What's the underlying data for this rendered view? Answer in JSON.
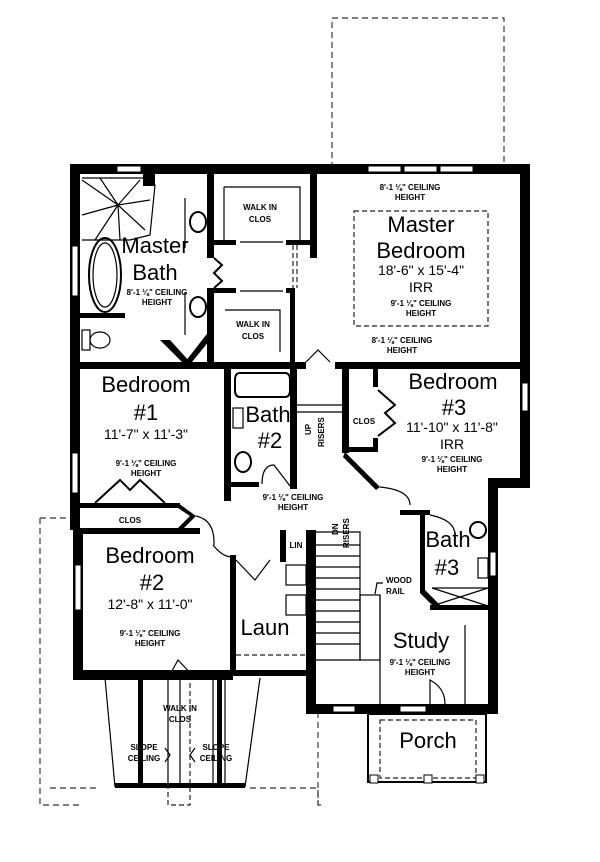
{
  "plan": {
    "rooms": {
      "master_bath": {
        "name_line1": "Master",
        "name_line2": "Bath",
        "ceiling_line1": "8'-1 ⅛\" CEILING",
        "ceiling_line2": "HEIGHT"
      },
      "walk_in_closet_top": {
        "line1": "WALK IN",
        "line2": "CLOS"
      },
      "walk_in_closet_mid": {
        "line1": "WALK IN",
        "line2": "CLOS"
      },
      "master_bedroom": {
        "name_line1": "Master",
        "name_line2": "Bedroom",
        "size": "18'-6\" x 15'-4\"",
        "note": "IRR",
        "ceiling_line1": "9'-1 ⅛\" CEILING",
        "ceiling_line2": "HEIGHT",
        "top_ceiling_line1": "8'-1 ⅛\" CEILING",
        "top_ceiling_line2": "HEIGHT",
        "bottom_ceiling_line1": "8'-1 ⅛\" CEILING",
        "bottom_ceiling_line2": "HEIGHT"
      },
      "bedroom1": {
        "name_line1": "Bedroom",
        "name_line2": "#1",
        "size": "11'-7\" x 11'-3\"",
        "ceiling_line1": "9'-1 ⅛\" CEILING",
        "ceiling_line2": "HEIGHT",
        "closet": "CLOS"
      },
      "bath2": {
        "name_line1": "Bath",
        "name_line2": "#2"
      },
      "hall": {
        "ceiling_line1": "9'-1 ⅛\" CEILING",
        "ceiling_line2": "HEIGHT"
      },
      "stairs_up": {
        "line1": "UP",
        "line2": "RISERS"
      },
      "stairs_down": {
        "line1": "DN",
        "line2": "RISERS"
      },
      "bedroom3": {
        "name_line1": "Bedroom",
        "name_line2": "#3",
        "size": "11'-10\" x 11'-8\"",
        "note": "IRR",
        "ceiling_line1": "9'-1 ⅛\" CEILING",
        "ceiling_line2": "HEIGHT",
        "closet": "CLOS"
      },
      "bedroom2": {
        "name_line1": "Bedroom",
        "name_line2": "#2",
        "size": "12'-8\" x 11'-0\"",
        "ceiling_line1": "9'-1 ⅛\" CEILING",
        "ceiling_line2": "HEIGHT"
      },
      "linen": {
        "label": "LIN"
      },
      "laundry": {
        "label": "Laun"
      },
      "bath3": {
        "name_line1": "Bath",
        "name_line2": "#3"
      },
      "wood_rail": {
        "line1": "WOOD",
        "line2": "RAIL"
      },
      "study": {
        "name": "Study",
        "ceiling_line1": "9'-1 ⅛\" CEILING",
        "ceiling_line2": "HEIGHT"
      },
      "porch": {
        "name": "Porch"
      },
      "walk_in_closet_bottom": {
        "line1": "WALK IN",
        "line2": "CLOS"
      },
      "slope_left": {
        "line1": "SLOPE",
        "line2": "CEILING"
      },
      "slope_right": {
        "line1": "SLOPE",
        "line2": "CEILING"
      }
    }
  }
}
